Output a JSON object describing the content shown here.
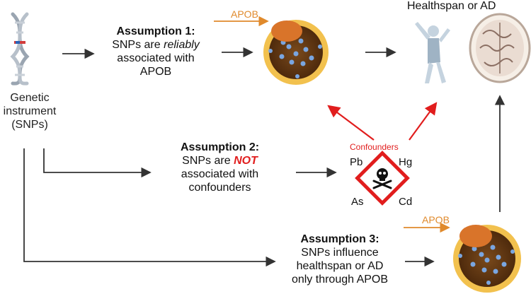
{
  "genetic_instrument": {
    "line1": "Genetic",
    "line2": "instrument",
    "line3": "(SNPs)"
  },
  "assumption1": {
    "title": "Assumption 1:",
    "text_a": "SNPs are ",
    "text_b": "reliably",
    "text_c": "associated with",
    "text_d": "APOB"
  },
  "assumption2": {
    "title": "Assumption 2:",
    "text_a": "SNPs are ",
    "text_b": "NOT",
    "text_c": "associated with",
    "text_d": "confounders"
  },
  "assumption3": {
    "title": "Assumption 3:",
    "line1": "SNPs influence",
    "line2": "healthspan or AD",
    "line3": "only through APOB"
  },
  "apob_label": "APOB",
  "outcome_label": "Healthspan or AD",
  "confounders": {
    "label": "Confounders",
    "metals": [
      "Pb",
      "Hg",
      "As",
      "Cd"
    ]
  },
  "colors": {
    "apob": "#e08a2c",
    "confounder": "#e11d1d",
    "arrow": "#333333",
    "particle_ring": "#f2c14e",
    "particle_core": "#6b3a12"
  }
}
